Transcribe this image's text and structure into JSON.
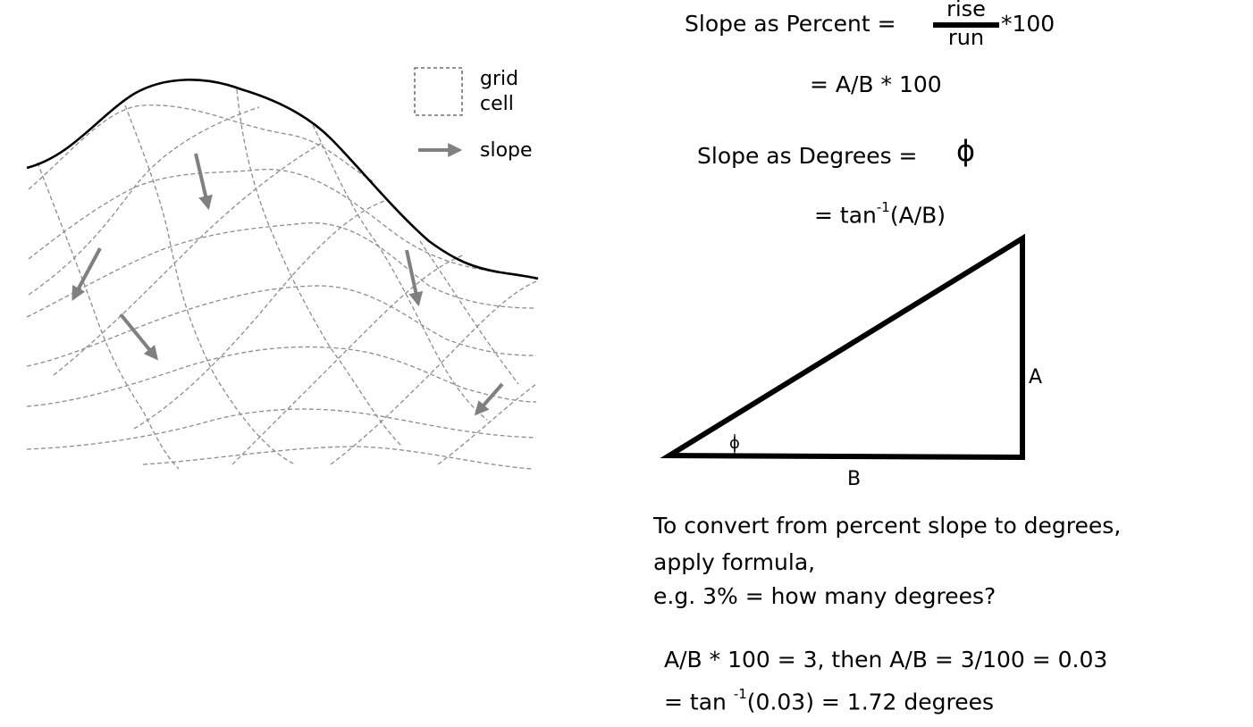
{
  "legend": {
    "grid_label_line1": "grid",
    "grid_label_line2": "cell",
    "slope_label": "slope"
  },
  "formulas": {
    "percent_lhs": "Slope as Percent =",
    "percent_numerator": "rise",
    "percent_denominator": "run",
    "percent_tail": "*100",
    "percent_line2": "= A/B * 100",
    "degrees_lhs": "Slope as Degrees =",
    "degrees_symbol": "ϕ",
    "degrees_line2_prefix": "= tan",
    "degrees_line2_sup": "-1",
    "degrees_line2_suffix": "(A/B)"
  },
  "triangle": {
    "label_a": "A",
    "label_b": "B",
    "label_phi": "ϕ"
  },
  "explanation": {
    "line1": "To convert from percent slope to degrees,",
    "line2": "apply formula,",
    "line3": "e.g. 3% = how many degrees?",
    "line4": "A/B * 100 = 3, then A/B = 3/100 = 0.03",
    "line5_prefix": "= tan ",
    "line5_sup": "-1",
    "line5_suffix": "(0.03) = 1.72 degrees"
  }
}
